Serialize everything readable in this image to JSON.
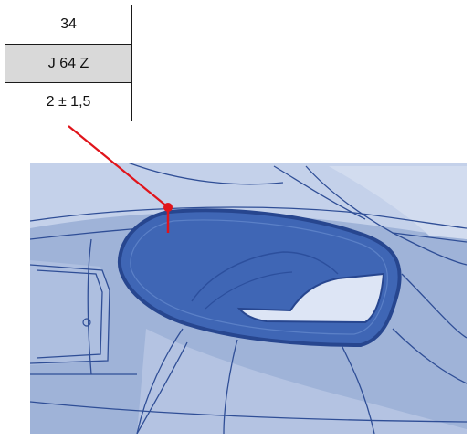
{
  "callout_table": {
    "rows": [
      {
        "text": "34",
        "shaded": false
      },
      {
        "text": "J 64 Z",
        "shaded": true
      },
      {
        "text": "2 ± 1,5",
        "shaded": false
      }
    ]
  },
  "colors": {
    "panel_background": "#9fb3d8",
    "panel_light": "#bccbe6",
    "part_fill": "#3f66b5",
    "part_edge": "#27468f",
    "opening_fill": "#dde5f5",
    "line": "#2f4e96",
    "leader": "#e0141b",
    "table_border": "#1a1a1a",
    "table_shaded": "#d9d9d9"
  },
  "icons": {
    "leader_marker": "red-dot-marker",
    "part": "lamp-housing-part"
  }
}
